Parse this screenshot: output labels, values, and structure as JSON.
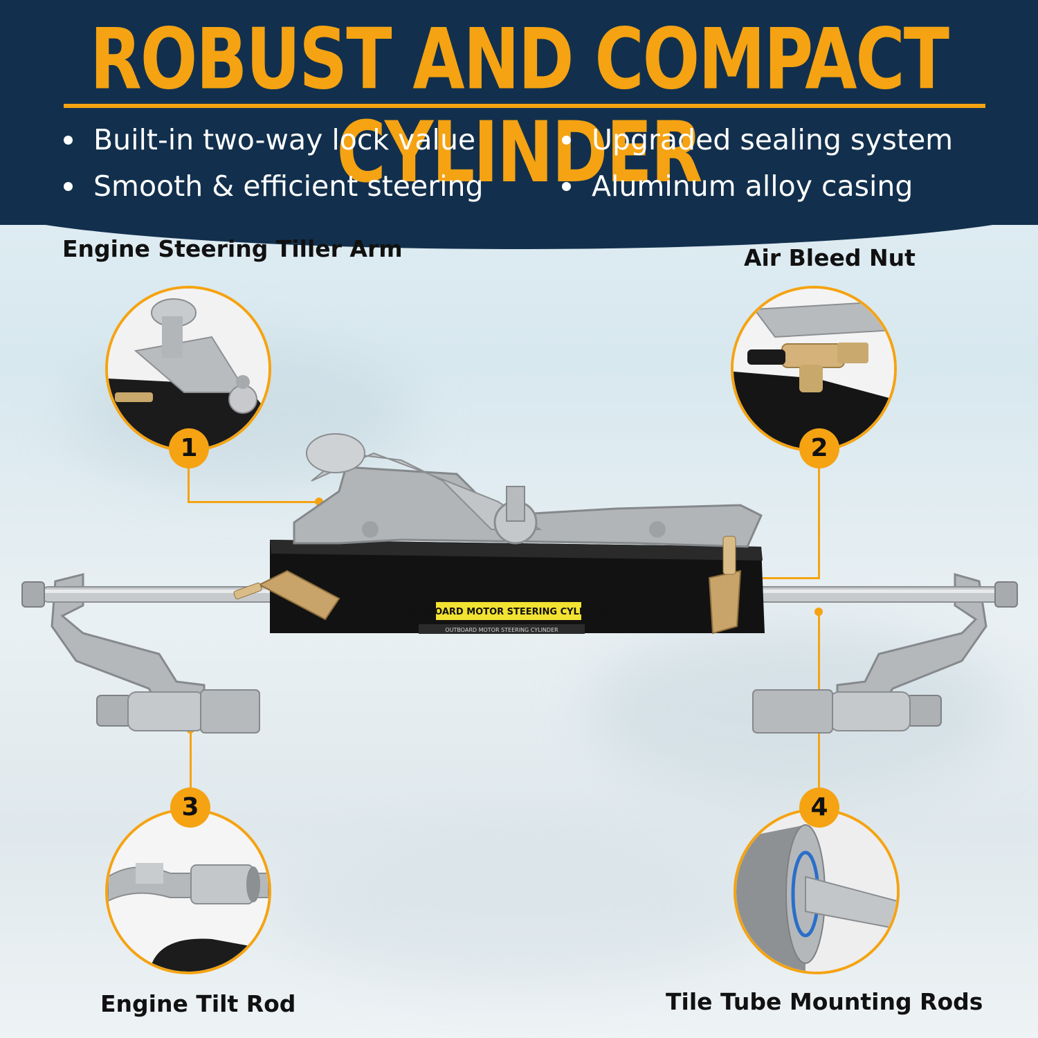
{
  "header": {
    "title": "ROBUST AND COMPACT CYLINDER",
    "features": [
      "Built-in two-way lock value",
      "Upgraded sealing system",
      "Smooth & efficient steering",
      "Aluminum alloy casing"
    ]
  },
  "callouts": [
    {
      "number": "1",
      "label": "Engine Steering Tiller Arm"
    },
    {
      "number": "2",
      "label": "Air Bleed Nut"
    },
    {
      "number": "3",
      "label": "Engine Tilt Rod"
    },
    {
      "number": "4",
      "label": "Tile Tube Mounting Rods"
    }
  ],
  "product": {
    "cylinder_label": "OUTBOARD MOTOR STEERING CYLINDER",
    "cylinder_sublabel": "OUTBOARD MOTOR STEERING CYLINDER"
  },
  "colors": {
    "navy": "#12304d",
    "accent": "#f5a312"
  }
}
